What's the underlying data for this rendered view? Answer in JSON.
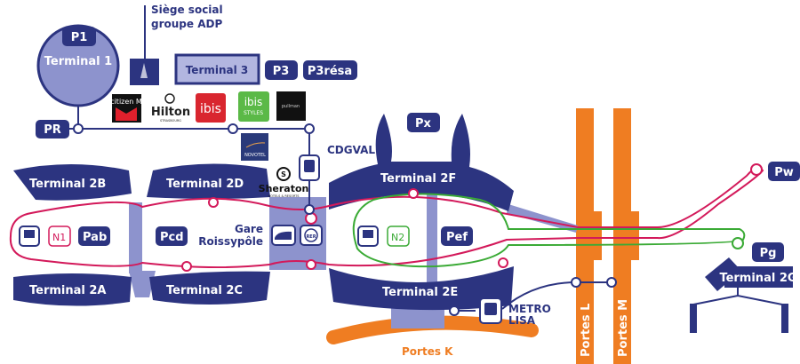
{
  "title_hq": [
    "Siège social",
    "groupe ADP"
  ],
  "terminals": {
    "t1": "Terminal 1",
    "t3": "Terminal 3",
    "t2a": "Terminal 2A",
    "t2b": "Terminal 2B",
    "t2c": "Terminal 2C",
    "t2d": "Terminal 2D",
    "t2e": "Terminal 2E",
    "t2f": "Terminal 2F",
    "t2g": "Terminal 2G"
  },
  "parkings": {
    "p1": "P1",
    "p3": "P3",
    "p3resa": "P3résa",
    "pr": "PR",
    "px": "Px",
    "pw": "Pw",
    "pg": "Pg",
    "pab": "Pab",
    "pcd": "Pcd",
    "pef": "Pef"
  },
  "shuttles": {
    "n1": "N1",
    "n2": "N2"
  },
  "stations": {
    "cdgval": "CDGVAL",
    "gare": [
      "Gare",
      "Roissypôle"
    ],
    "metro": [
      "METRO",
      "LISA"
    ],
    "rer": "RER"
  },
  "gates": {
    "k": "Portes K",
    "l": "Portes L",
    "m": "Portes M"
  },
  "hotels": {
    "citizen": "citizen M",
    "hilton": "Hilton",
    "hilton_sub": "STRASBOURG",
    "ibis": "ibis",
    "ibis_styles": [
      "ibis",
      "STYLES"
    ],
    "pullman": "pullman",
    "novotel": "NOVOTEL",
    "sheraton": "Sheraton",
    "sheraton_sub": "HOTELS & RESORTS"
  },
  "colors": {
    "navy": "#2c3480",
    "light": "#8d93cd",
    "orange": "#ef7d22",
    "pink": "#d3195a",
    "green": "#3aaa35"
  }
}
